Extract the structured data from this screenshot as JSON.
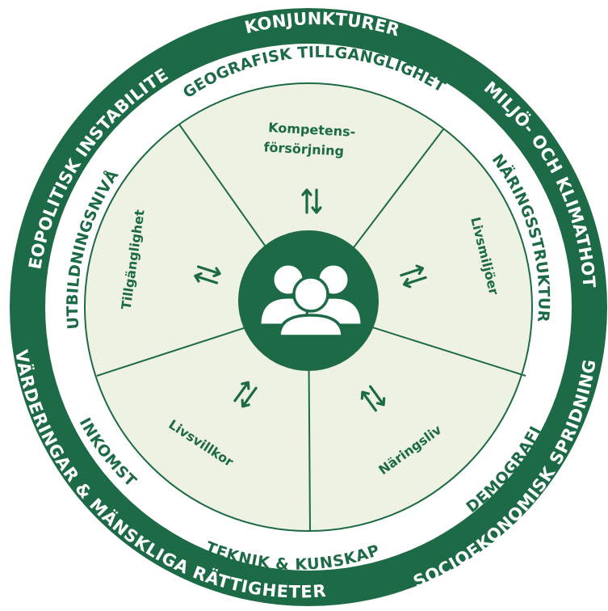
{
  "outer_ring": {
    "labels": [
      "KONJUNKTURER",
      "MILJÖ- OCH KLIMATHOT",
      "SOCIOEKONOMISK SPRIDNING",
      "VÄRDERINGAR & MÄNSKLIGA RÄTTIGHETER",
      "GEOPOLITISK INSTABILITET"
    ]
  },
  "middle_ring": {
    "labels": [
      "GEOGRAFISK TILLGÄNGLIGHET",
      "NÄRINGSSTRUKTUR",
      "DEMOGRAFI",
      "TEKNIK & KUNSKAP",
      "INKOMST",
      "UTBILDNINGSNIVÅ"
    ]
  },
  "sectors": {
    "kompetens_line1": "Kompetens-",
    "kompetens_line2": "försörjning",
    "livsmiljoer": "Livsmiljöer",
    "naringsliv": "Näringsliv",
    "livsvillkor": "Livsvillkor",
    "tillganglighet": "Tillgänglighet"
  },
  "center_icon": "people-group-icon",
  "colors": {
    "dark_green": "#1d6b46",
    "light_green": "#eef2e2",
    "white": "#ffffff"
  }
}
